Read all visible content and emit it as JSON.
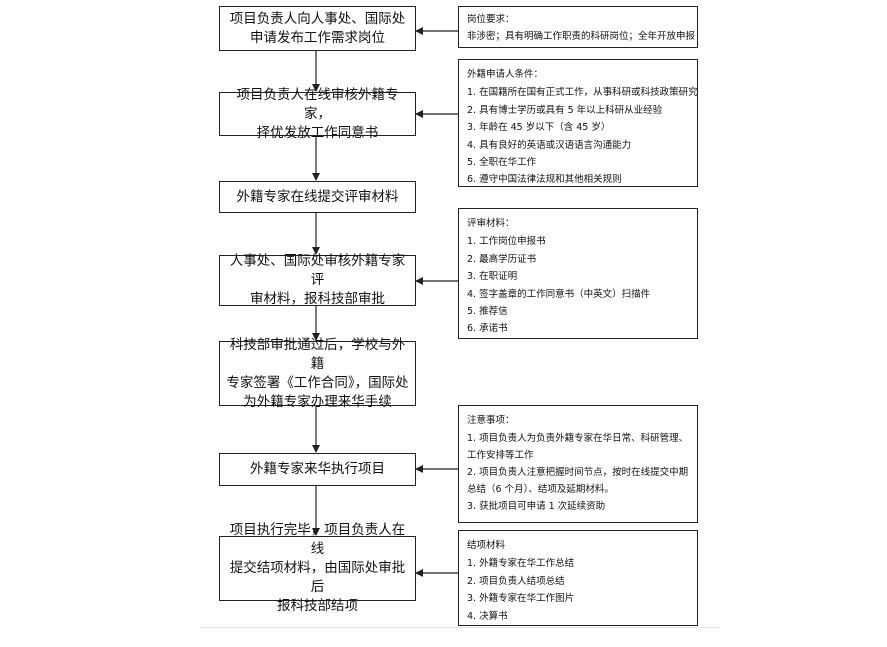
{
  "steps": [
    "项目负责人向人事处、国际处\n申请发布工作需求岗位",
    "项目负责人在线审核外籍专家，\n择优发放工作同意书",
    "外籍专家在线提交评审材料",
    "人事处、国际处审核外籍专家评\n审材料，报科技部审批",
    "科技部审批通过后，学校与外籍\n专家签署《工作合同》，国际处\n为外籍专家办理来华手续",
    "外籍专家来华执行项目",
    "项目执行完毕，项目负责人在线\n提交结项材料，由国际处审批后\n报科技部结项"
  ],
  "notes": [
    {
      "title": "岗位要求：",
      "items": [
        "非涉密；具有明确工作职责的科研岗位；全年开放申报"
      ]
    },
    {
      "title": "外籍申请人条件：",
      "items": [
        "1. 在国籍所在国有正式工作，从事科研或科技政策研究",
        "2. 具有博士学历或具有 5 年以上科研从业经验",
        "3. 年龄在 45 岁以下（含 45 岁）",
        "4. 具有良好的英语或汉语语言沟通能力",
        "5. 全职在华工作",
        "6. 遵守中国法律法规和其他相关规则"
      ]
    },
    {
      "title": "评审材料：",
      "items": [
        "1. 工作岗位申报书",
        "2. 最高学历证书",
        "3. 在职证明",
        "4. 签字盖章的工作同意书（中英文）扫描件",
        "5. 推荐信",
        "6. 承诺书"
      ]
    },
    {
      "title": "注意事项：",
      "items": [
        "1. 项目负责人为负责外籍专家在华日常、科研管理、工作安排等工作",
        "2. 项目负责人注意把握时间节点，按时在线提交中期总结（6 个月）、结项及延期材料。",
        "3. 获批项目可申请 1 次延续资助"
      ]
    },
    {
      "title": "结项材料",
      "items": [
        "1. 外籍专家在华工作总结",
        "2. 项目负责人结项总结",
        "3. 外籍专家在华工作图片",
        "4. 决算书"
      ]
    }
  ]
}
